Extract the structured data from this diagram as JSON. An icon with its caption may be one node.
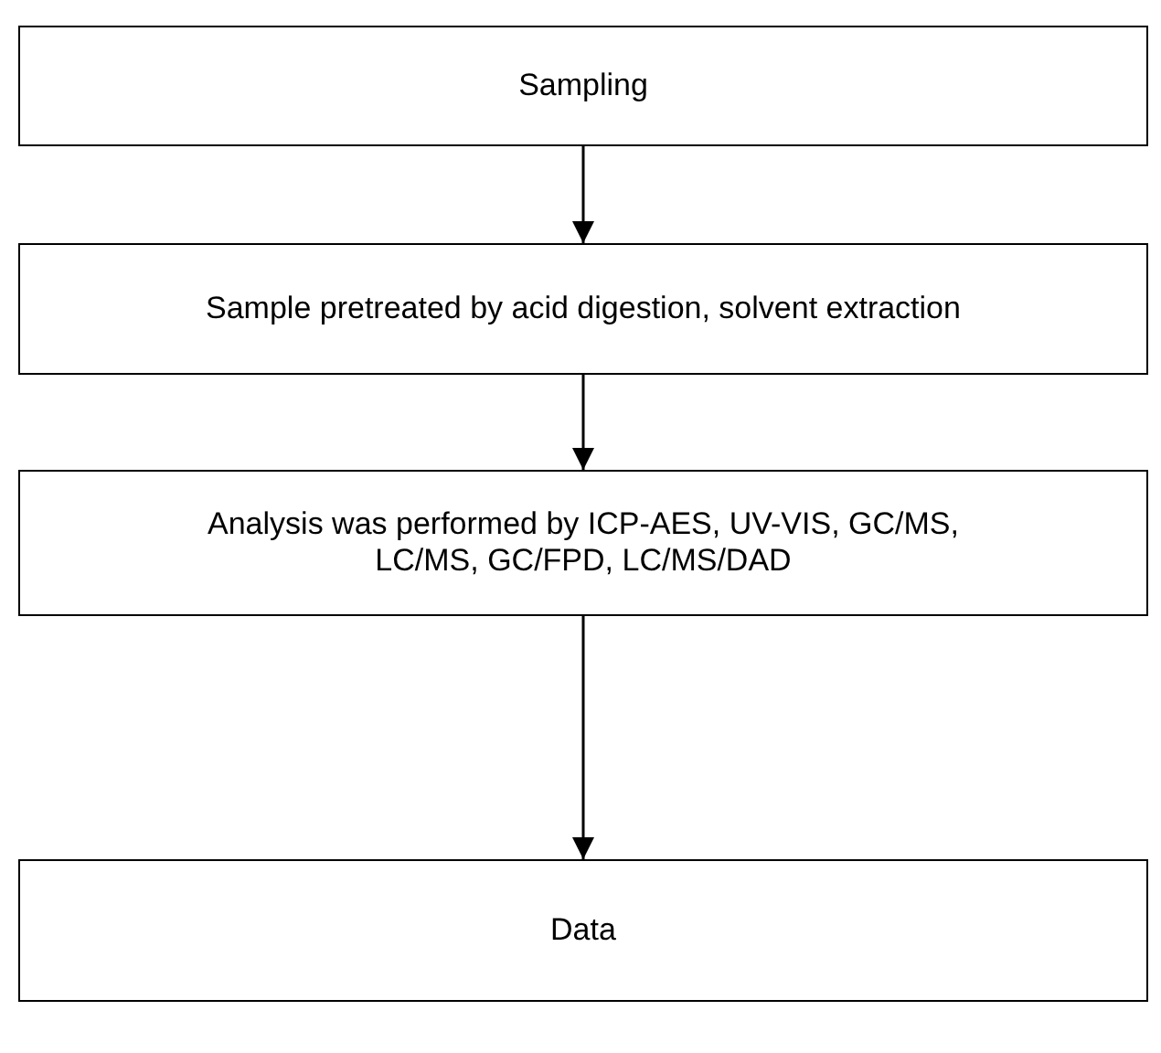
{
  "diagram": {
    "nodes": [
      {
        "text": [
          "Sampling"
        ]
      },
      {
        "text": [
          "Sample pretreated by acid digestion, solvent extraction"
        ]
      },
      {
        "text": [
          "Analysis was performed by ICP-AES, UV-VIS, GC/MS, LC/MS, GC/FPD, LC/MS/DAD"
        ]
      },
      {
        "text": [
          "Data"
        ]
      }
    ],
    "edges": [
      {
        "from": 0,
        "to": 1,
        "arrow": "to"
      },
      {
        "from": 1,
        "to": 2,
        "arrow": "to"
      },
      {
        "from": 2,
        "to": 3,
        "arrow": "to"
      }
    ]
  }
}
